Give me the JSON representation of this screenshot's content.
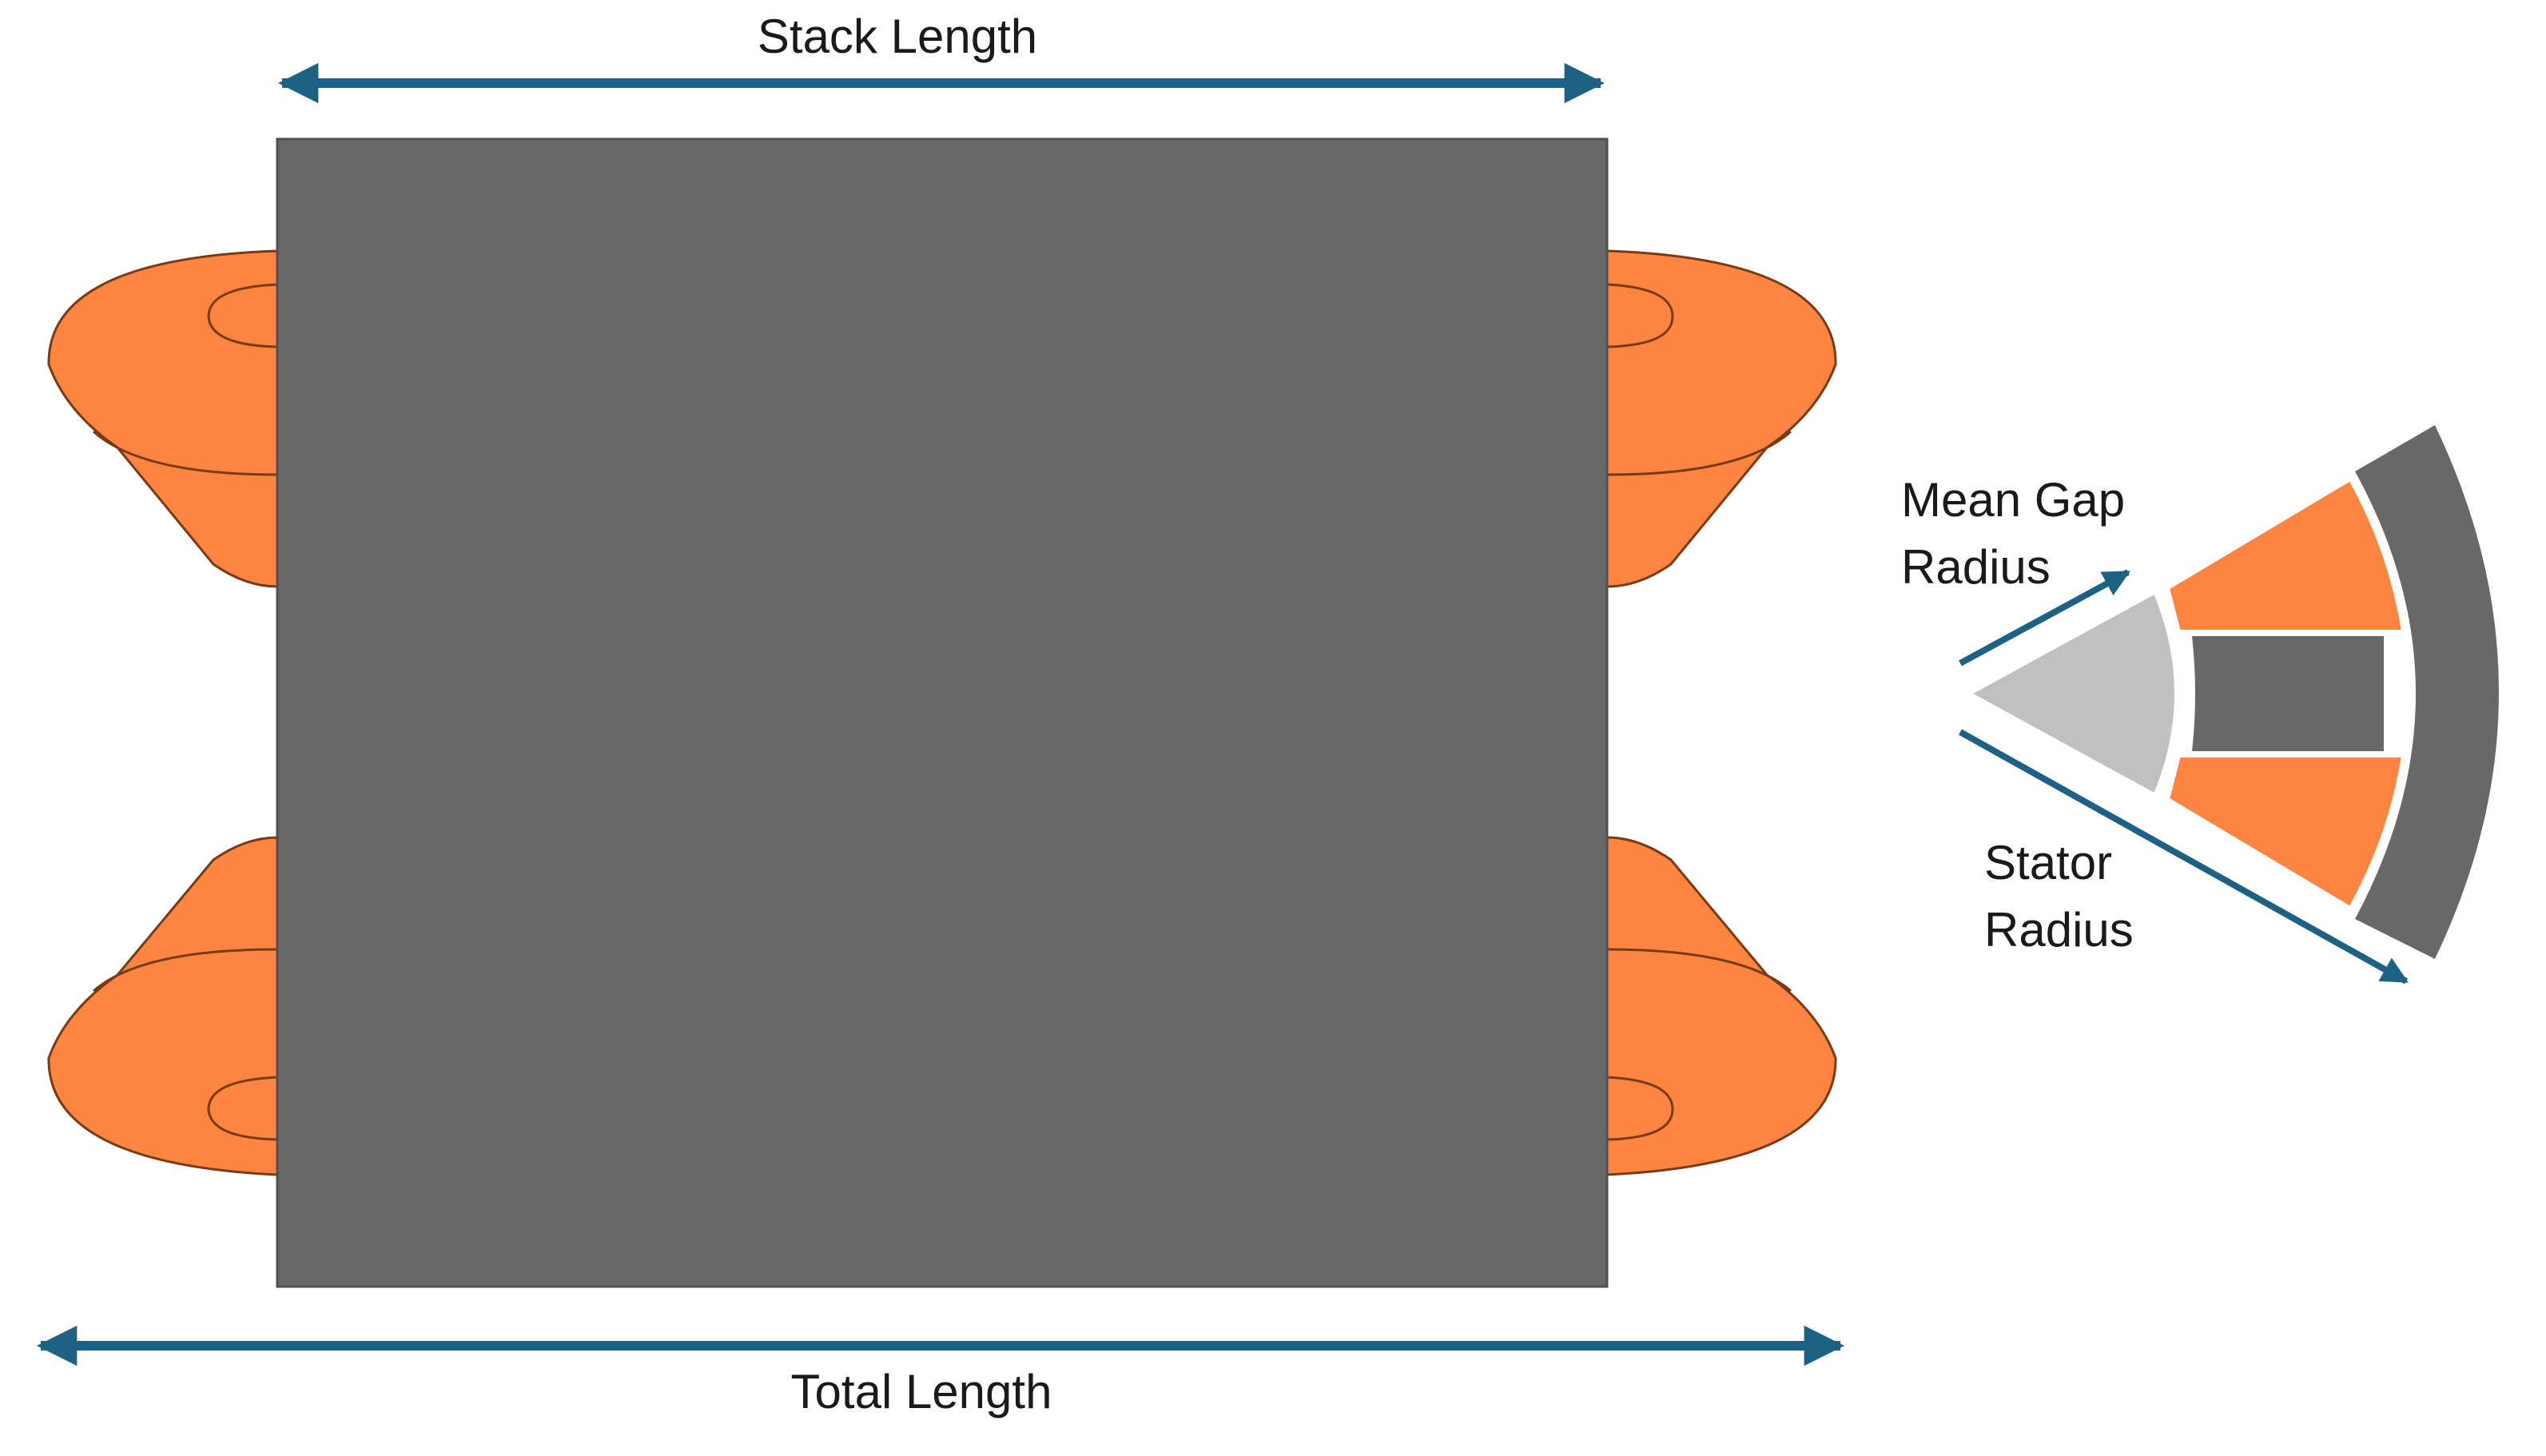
{
  "labels": {
    "stack_length": "Stack Length",
    "total_length": "Total Length",
    "mean_gap_radius_line1": "Mean Gap",
    "mean_gap_radius_line2": "Radius",
    "stator_radius_line1": "Stator",
    "stator_radius_line2": "Radius"
  },
  "colors": {
    "arrow": "#1d6185",
    "stator_core": "#686868",
    "winding": "#fc8540",
    "winding_outline": "#7a3a14",
    "rotor": "#c0c0c0",
    "text": "#1a1a1a",
    "background": "#ffffff"
  }
}
